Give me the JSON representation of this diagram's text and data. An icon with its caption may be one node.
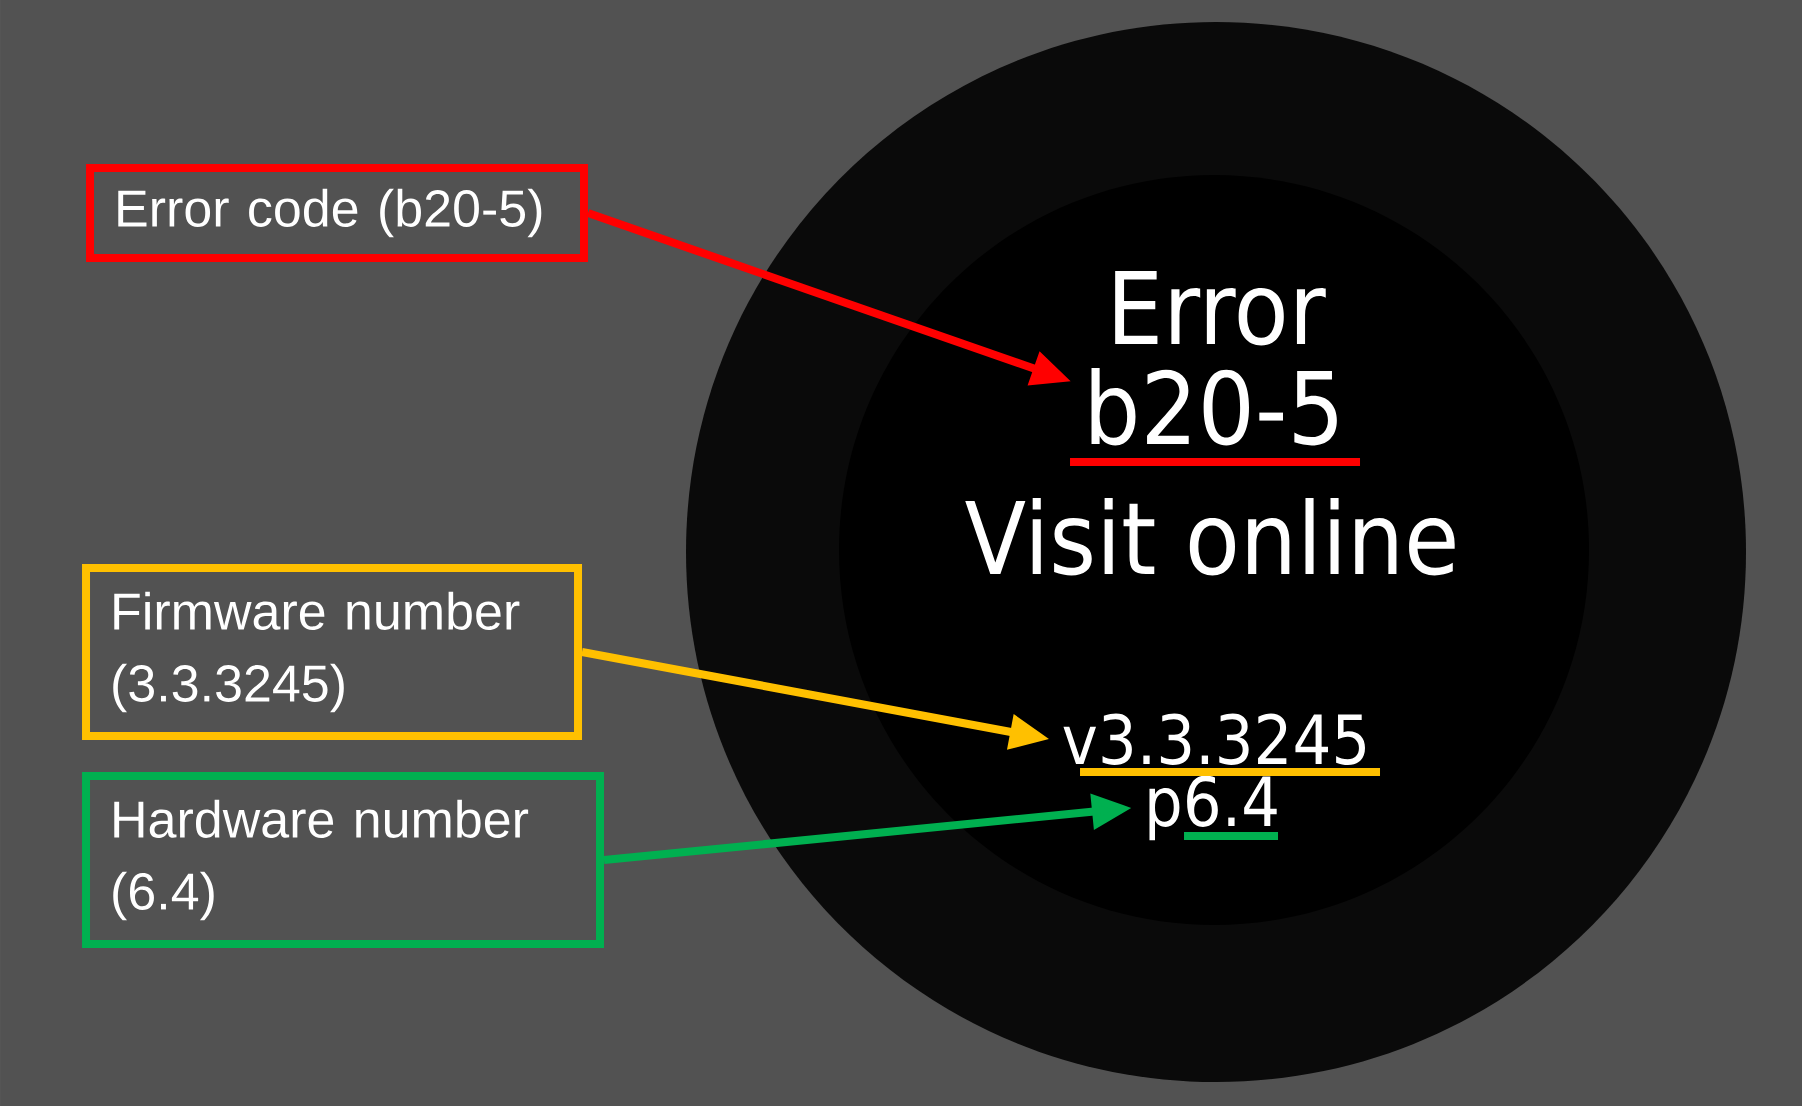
{
  "diagram": {
    "nodes": [
      {
        "text": [
          "Error code (b20-5)"
        ]
      },
      {
        "text": [
          "Firmware number (3.3.3245)"
        ]
      },
      {
        "text": [
          "Hardware number (6.4)"
        ]
      },
      {
        "text": [
          "Error",
          "Visit online"
        ]
      },
      {
        "text": [
          "b20-5"
        ],
        "in": 3
      },
      {
        "text": [
          "v3.3.3245"
        ],
        "in": 3
      },
      {
        "text": [
          "p6.4"
        ],
        "in": 3
      }
    ],
    "edges": [
      {
        "from": 0,
        "to": 4,
        "arrow": "to",
        "color": "#ff0000"
      },
      {
        "from": 1,
        "to": 5,
        "arrow": "to",
        "color": "#ffc000"
      },
      {
        "from": 2,
        "to": 6,
        "arrow": "to",
        "color": "#00b050"
      }
    ]
  }
}
